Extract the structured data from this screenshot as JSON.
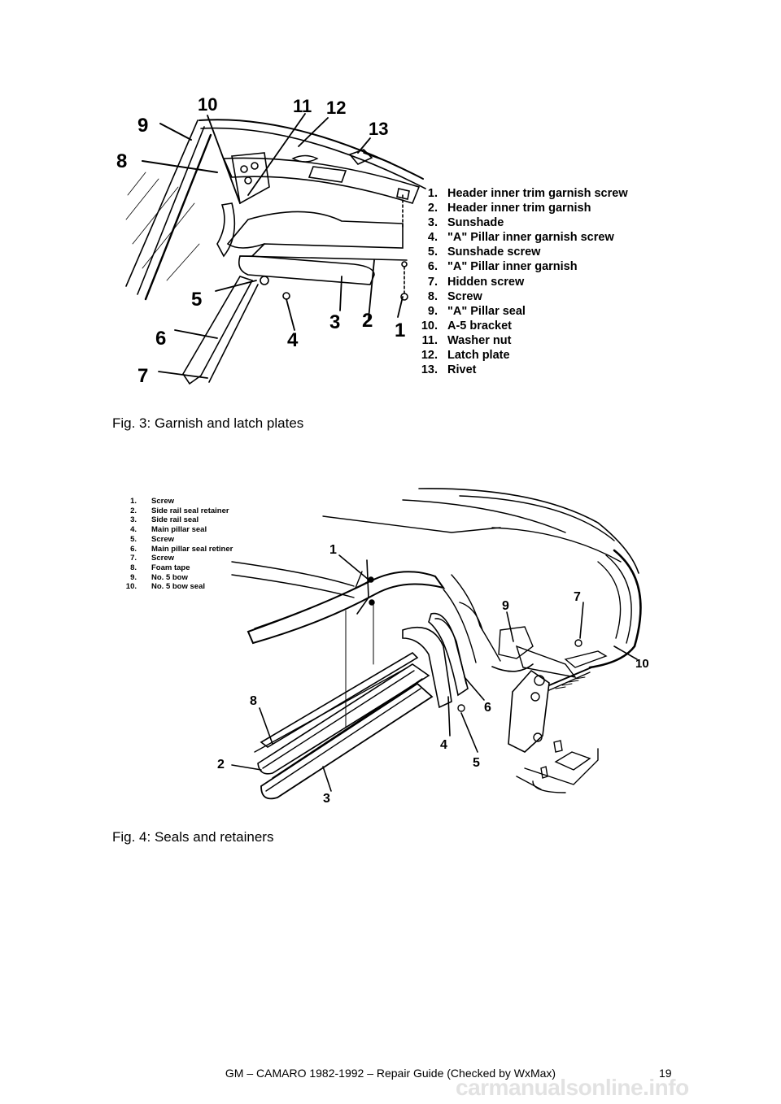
{
  "figure3": {
    "caption": "Fig. 3: Garnish and latch plates",
    "callouts": [
      "10",
      "11",
      "12",
      "13",
      "9",
      "8",
      "5",
      "6",
      "7",
      "4",
      "3",
      "2",
      "1"
    ],
    "legend": [
      {
        "num": "1.",
        "text": "Header inner trim garnish screw"
      },
      {
        "num": "2.",
        "text": "Header inner trim garnish"
      },
      {
        "num": "3.",
        "text": "Sunshade"
      },
      {
        "num": "4.",
        "text": "\"A\" Pillar inner garnish screw"
      },
      {
        "num": "5.",
        "text": "Sunshade screw"
      },
      {
        "num": "6.",
        "text": "\"A\" Pillar inner garnish"
      },
      {
        "num": "7.",
        "text": "Hidden screw"
      },
      {
        "num": "8.",
        "text": "Screw"
      },
      {
        "num": "9.",
        "text": "\"A\" Pillar seal"
      },
      {
        "num": "10.",
        "text": "A-5 bracket"
      },
      {
        "num": "11.",
        "text": "Washer nut"
      },
      {
        "num": "12.",
        "text": "Latch plate"
      },
      {
        "num": "13.",
        "text": "Rivet"
      }
    ]
  },
  "figure4": {
    "caption": "Fig. 4: Seals and retainers",
    "callouts": [
      "1",
      "9",
      "7",
      "10",
      "8",
      "6",
      "4",
      "5",
      "2",
      "3"
    ],
    "legend": [
      {
        "num": "1.",
        "text": "Screw"
      },
      {
        "num": "2.",
        "text": "Side rail seal retainer"
      },
      {
        "num": "3.",
        "text": "Side rail seal"
      },
      {
        "num": "4.",
        "text": "Main pillar seal"
      },
      {
        "num": "5.",
        "text": "Screw"
      },
      {
        "num": "6.",
        "text": "Main pillar seal retiner"
      },
      {
        "num": "7.",
        "text": "Screw"
      },
      {
        "num": "8.",
        "text": "Foam tape"
      },
      {
        "num": "9.",
        "text": "No. 5 bow"
      },
      {
        "num": "10.",
        "text": "No. 5 bow seal"
      }
    ]
  },
  "footer": {
    "text": "GM – CAMARO 1982-1992 – Repair Guide (Checked by WxMax)",
    "page_number": "19"
  },
  "watermark": "carmanualsonline.info"
}
